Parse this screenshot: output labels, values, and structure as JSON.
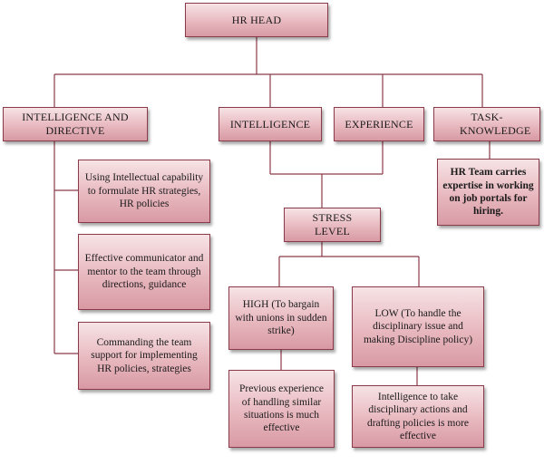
{
  "nodes": {
    "hr_head": "HR HEAD",
    "intelligence_directive": "INTELLIGENCE AND DIRECTIVE",
    "intelligence": "INTELLIGENCE",
    "experience": "EXPERIENCE",
    "task_knowledge": "TASK-KNOWLEDGE",
    "intellectual_capability": "Using Intellectual capability to formulate HR strategies, HR policies",
    "communicator": "Effective communicator and mentor to the team through directions, guidance",
    "commanding": "Commanding the team support for implementing HR policies, strategies",
    "hr_team": "HR Team carries expertise in working on job portals for hiring.",
    "stress_level": "STRESS LEVEL",
    "high": "HIGH (To bargain with unions in sudden strike)",
    "low": "LOW (To handle the disciplinary issue and making Discipline policy)",
    "previous_experience": "Previous experience of handling similar situations is much effective",
    "intelligence_action": "Intelligence to take disciplinary actions and drafting policies is more effective"
  },
  "colors": {
    "box_top": "#f6e3e5",
    "box_bottom": "#d89aa4",
    "border": "#8a3a48",
    "connector": "#8a3a48"
  }
}
